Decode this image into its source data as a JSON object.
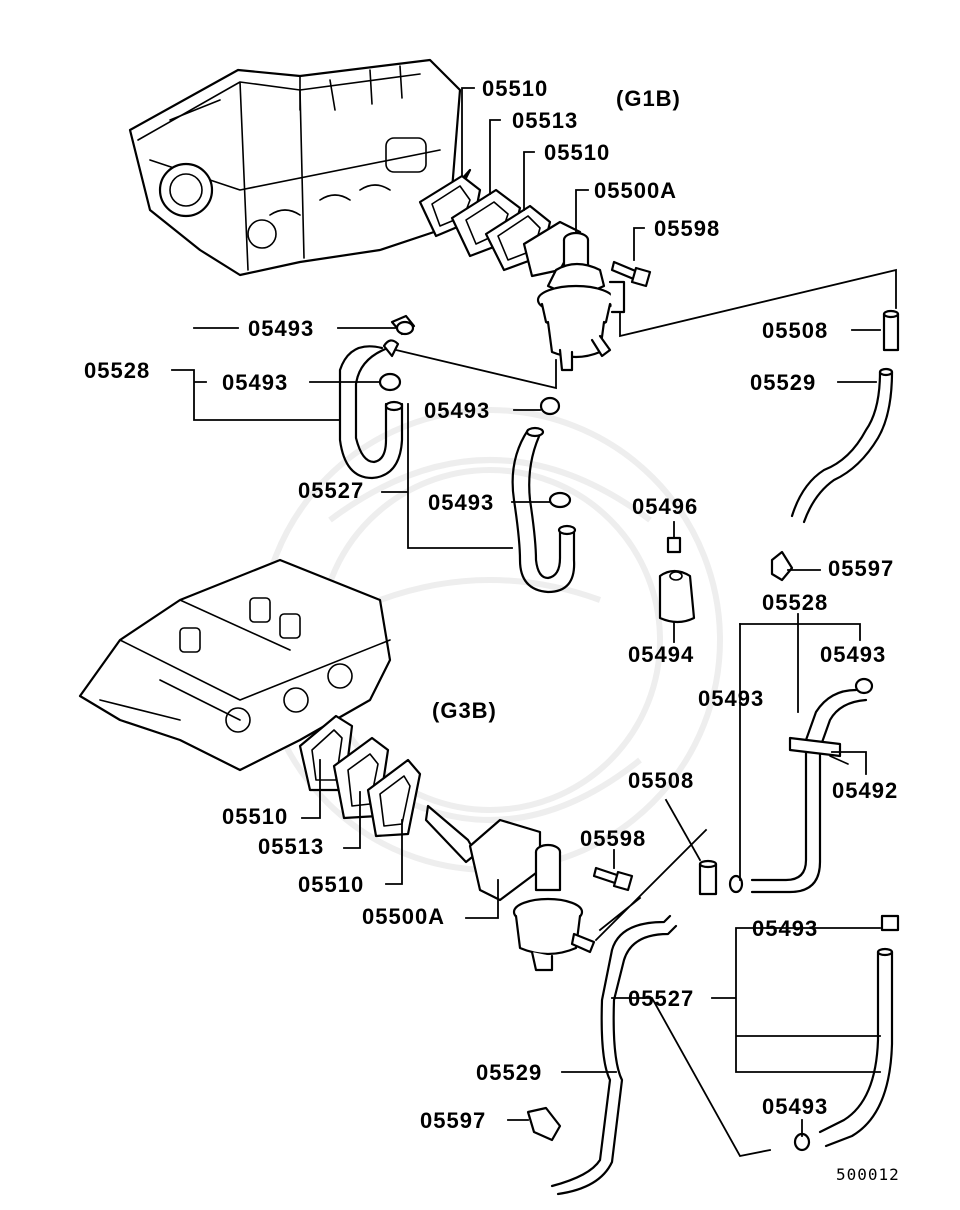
{
  "diagram": {
    "groups": {
      "g1b": "(G1B)",
      "g3b": "(G3B)"
    },
    "callouts": [
      "05510",
      "05513",
      "05510",
      "05500A",
      "05598",
      "05508",
      "05529",
      "05493",
      "05528",
      "05493",
      "05493",
      "05527",
      "05493",
      "05496",
      "05494",
      "05597",
      "05528",
      "05493",
      "05493",
      "05492",
      "05508",
      "05598",
      "05510",
      "05513",
      "05510",
      "05500A",
      "05493",
      "05527",
      "05529",
      "05493",
      "05597"
    ],
    "drawing_number": "500012"
  }
}
